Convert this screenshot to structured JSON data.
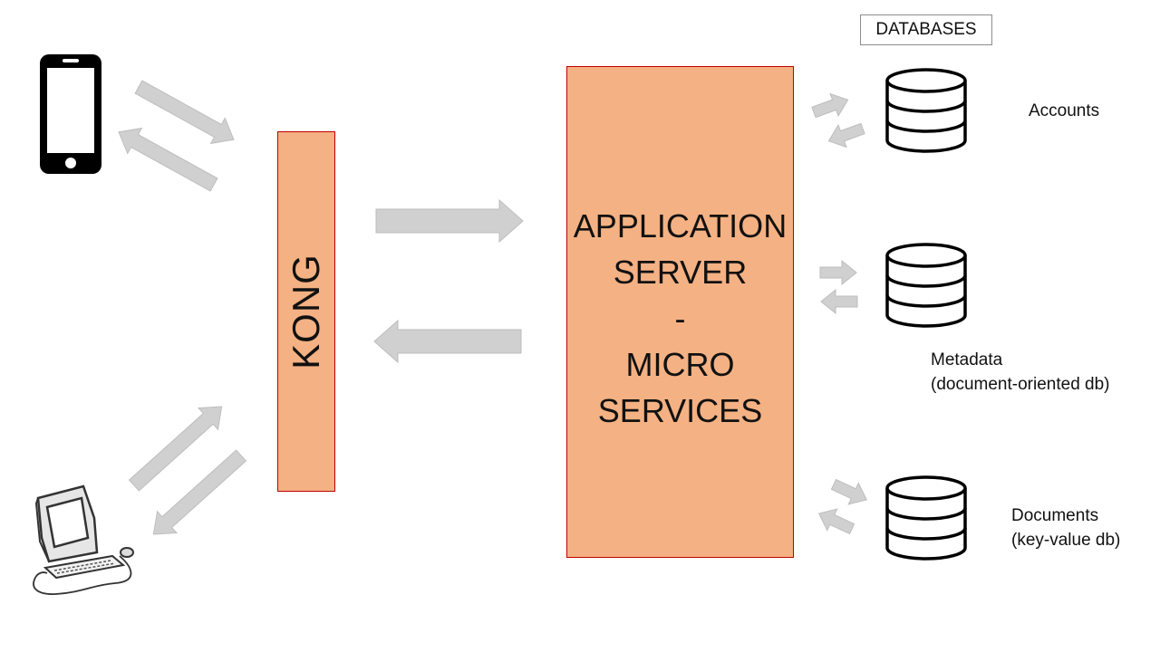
{
  "gateway": {
    "label": "KONG"
  },
  "app_server": {
    "lines": [
      "APPLICATION",
      "SERVER",
      "-",
      "MICRO",
      "SERVICES"
    ]
  },
  "databases": {
    "header": "DATABASES",
    "items": [
      {
        "name": "Accounts",
        "subtitle": ""
      },
      {
        "name": "Metadata",
        "subtitle": "(document-oriented db)"
      },
      {
        "name": "Documents",
        "subtitle": "(key-value db)"
      }
    ]
  },
  "clients": {
    "icons": [
      "smartphone-icon",
      "desktop-computer-icon"
    ]
  },
  "colors": {
    "box_fill": "#f4b183",
    "box_border": "#c00000",
    "arrow_fill": "#d0d0d0",
    "arrow_stroke": "#bdbdbd",
    "icon_stroke": "#000000"
  }
}
